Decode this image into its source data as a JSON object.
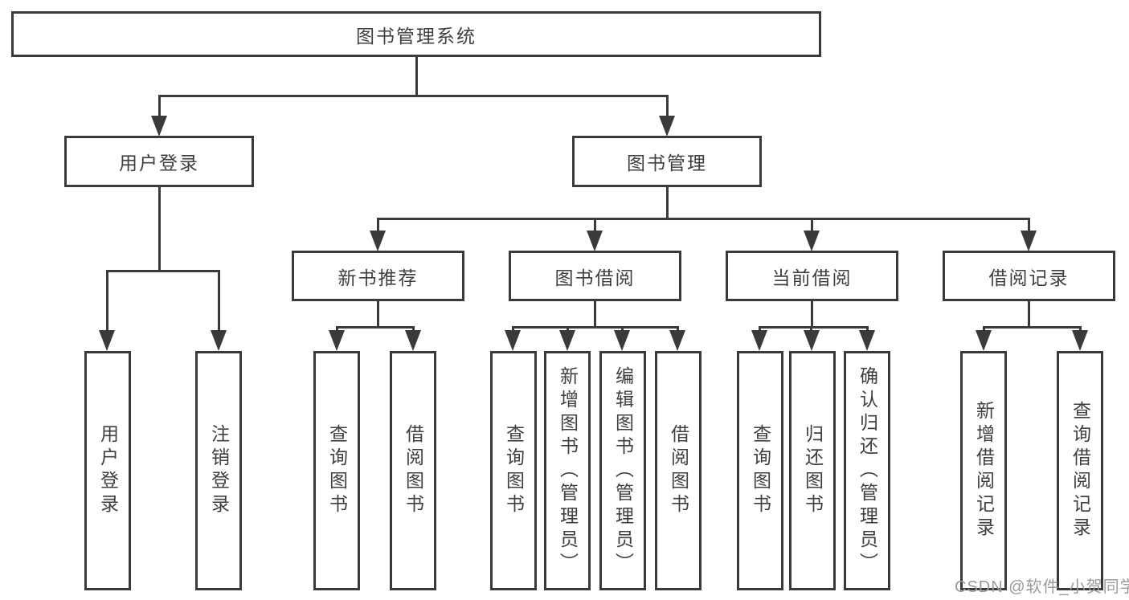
{
  "diagram_title": "图书管理系统",
  "nodes": {
    "root": {
      "label": "图书管理系统"
    },
    "level2": [
      {
        "label": "用户登录"
      },
      {
        "label": "图书管理"
      }
    ],
    "level3": [
      {
        "label": "新书推荐",
        "parent": "图书管理"
      },
      {
        "label": "图书借阅",
        "parent": "图书管理"
      },
      {
        "label": "当前借阅",
        "parent": "图书管理"
      },
      {
        "label": "借阅记录",
        "parent": "图书管理"
      }
    ],
    "leaves": [
      {
        "label": "用户登录",
        "parent": "用户登录"
      },
      {
        "label": "注销登录",
        "parent": "用户登录"
      },
      {
        "label": "查询图书",
        "parent": "新书推荐"
      },
      {
        "label": "借阅图书",
        "parent": "新书推荐"
      },
      {
        "label": "查询图书",
        "parent": "图书借阅"
      },
      {
        "label": "新增图书（管理员）",
        "parent": "图书借阅"
      },
      {
        "label": "编辑图书（管理员）",
        "parent": "图书借阅"
      },
      {
        "label": "借阅图书",
        "parent": "图书借阅"
      },
      {
        "label": "查询图书",
        "parent": "当前借阅"
      },
      {
        "label": "归还图书",
        "parent": "当前借阅"
      },
      {
        "label": "确认归还（管理员）",
        "parent": "当前借阅"
      },
      {
        "label": "新增借阅记录",
        "parent": "借阅记录"
      },
      {
        "label": "查询借阅记录",
        "parent": "借阅记录"
      }
    ]
  },
  "watermark": {
    "text": "CSDN @软件_小贺同学"
  },
  "colors": {
    "line": "#3a3a3a",
    "text": "#3f3f3f",
    "watermark": "#9a9a9e",
    "background": "#ffffff"
  }
}
